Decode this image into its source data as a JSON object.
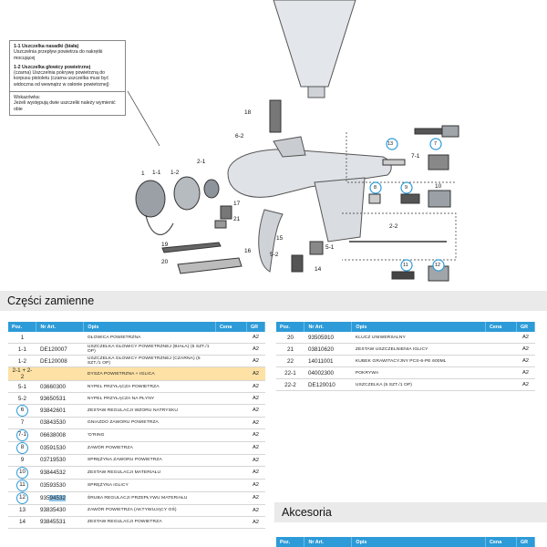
{
  "callout": {
    "item1_title": "1-1 Uszczelka nasadki (biała)",
    "item1_text": "Uszczelnia przepływ powietrza do nakrętki mocującej",
    "item2_title": "1-2 Uszczelka głowicy powietrznej",
    "item2_text": "(czarna) Uszczelnia pokrywę powietrzną do korpusu pistoletu (czarna uszczelka musi być widoczna od wewnątrz w osłonie powietrznej)",
    "tip_title": "Wskazówka:",
    "tip_text": "Jeżeli występują dwie uszczelki należy wymienić obie"
  },
  "diagram_labels": {
    "l18": "18",
    "l6_2": "6-2",
    "l1": "1",
    "l1_1": "1-1",
    "l1_2": "1-2",
    "l2_1": "2-1",
    "l17": "17",
    "l21": "21",
    "l16": "16",
    "l15": "15",
    "l5_1": "5-1",
    "l5_2": "5-2",
    "l14": "14",
    "l19": "19",
    "l20": "20",
    "l13": "13",
    "l7_1": "7-1",
    "l7": "7",
    "l8": "8",
    "l9": "9",
    "l10": "10",
    "l2_2": "2-2",
    "l11": "11",
    "l12": "12"
  },
  "spares_title": "Części zamienne",
  "accessories_title": "Akcesoria",
  "columns": {
    "pos": "Poz.",
    "num": "Nr Art.",
    "desc": "Opis",
    "price": "Cena",
    "gr": "GR"
  },
  "left_rows": [
    {
      "pos": "1",
      "num": "",
      "desc": "GŁOWICA POWIETRZNA",
      "price": "",
      "gr": "A2"
    },
    {
      "pos": "1-1",
      "num": "DE120007",
      "desc": "USZCZELKA GŁOWICY POWIETRZNEJ (BIAŁA) (5 SZT./1 OP)",
      "price": "",
      "gr": "A2"
    },
    {
      "pos": "1-2",
      "num": "DE120008",
      "desc": "USZCZELKA GŁOWICY POWIETRZNEJ (CZARNA) (5 SZT./1 OP)",
      "price": "",
      "gr": "A2"
    },
    {
      "pos": "2-1 + 2-2",
      "num": "",
      "desc": "DYSZA POWIETRZNA + IGLICA",
      "price": "",
      "gr": "A2"
    },
    {
      "pos": "5-1",
      "num": "03660300",
      "desc": "NYPEL PRZYŁĄCZA POWIETRZA",
      "price": "",
      "gr": "A2"
    },
    {
      "pos": "5-2",
      "num": "93650531",
      "desc": "NYPEL PRZYŁĄCZA NA PŁYNY",
      "price": "",
      "gr": "A2"
    },
    {
      "pos": "6",
      "num": "93842601",
      "desc": "ZESTAW REGULACJI WZORU NATRYSKU",
      "price": "",
      "gr": "A2"
    },
    {
      "pos": "7",
      "num": "03843530",
      "desc": "GNIAZDO ZAWORU POWIETRZA",
      "price": "",
      "gr": "A2"
    },
    {
      "pos": "7-1",
      "num": "06638008",
      "desc": "'O'RING",
      "price": "",
      "gr": "A2"
    },
    {
      "pos": "8",
      "num": "03591530",
      "desc": "ZAWÓR POWIETRZA",
      "price": "",
      "gr": "A2"
    },
    {
      "pos": "9",
      "num": "03719530",
      "desc": "SPRĘŻYNA ZAWORU POWIETRZA",
      "price": "",
      "gr": "A2"
    },
    {
      "pos": "10",
      "num": "93844532",
      "desc": "ZESTAW REGULACJI MATERIAŁU",
      "price": "",
      "gr": "A2"
    },
    {
      "pos": "11",
      "num": "03593530",
      "desc": "SPRĘŻYNA IGLICY",
      "price": "",
      "gr": "A2"
    },
    {
      "pos": "12",
      "num": "93594532",
      "desc": "ŚRUBA REGULACJI PRZEPŁYWU MATERIAŁU",
      "price": "",
      "gr": "A2"
    },
    {
      "pos": "13",
      "num": "93835430",
      "desc": "ZAWÓR POWIETRZA (AKTYWUJĄCY OŚ)",
      "price": "",
      "gr": "A2"
    },
    {
      "pos": "14",
      "num": "93845531",
      "desc": "ZESTAW REGULACJI POWIETRZA",
      "price": "",
      "gr": "A2"
    }
  ],
  "right_rows": [
    {
      "pos": "20",
      "num": "93505910",
      "desc": "KLUCZ UNIWERSALNY",
      "price": "",
      "gr": "A2"
    },
    {
      "pos": "21",
      "num": "03810620",
      "desc": "ZESTAW USZCZELNIENIA IGLICY",
      "price": "",
      "gr": "A2"
    },
    {
      "pos": "22",
      "num": "14011001",
      "desc": "KUBEK GRAWITACYJNY PCS-6-PE 600ML",
      "price": "",
      "gr": "A2"
    },
    {
      "pos": "22-1",
      "num": "04002300",
      "desc": "POKRYWA",
      "price": "",
      "gr": "A2"
    },
    {
      "pos": "22-2",
      "num": "DE120010",
      "desc": "USZCZELKA (5 SZT./1 OP)",
      "price": "",
      "gr": "A2"
    }
  ],
  "colors": {
    "header_blue": "#2d9bd8",
    "highlight_row": "#fde1a5",
    "section_bg": "#eaeaea"
  },
  "circled_positions": [
    "6",
    "7-1",
    "8",
    "10",
    "11",
    "12"
  ],
  "selected_text": "94532"
}
